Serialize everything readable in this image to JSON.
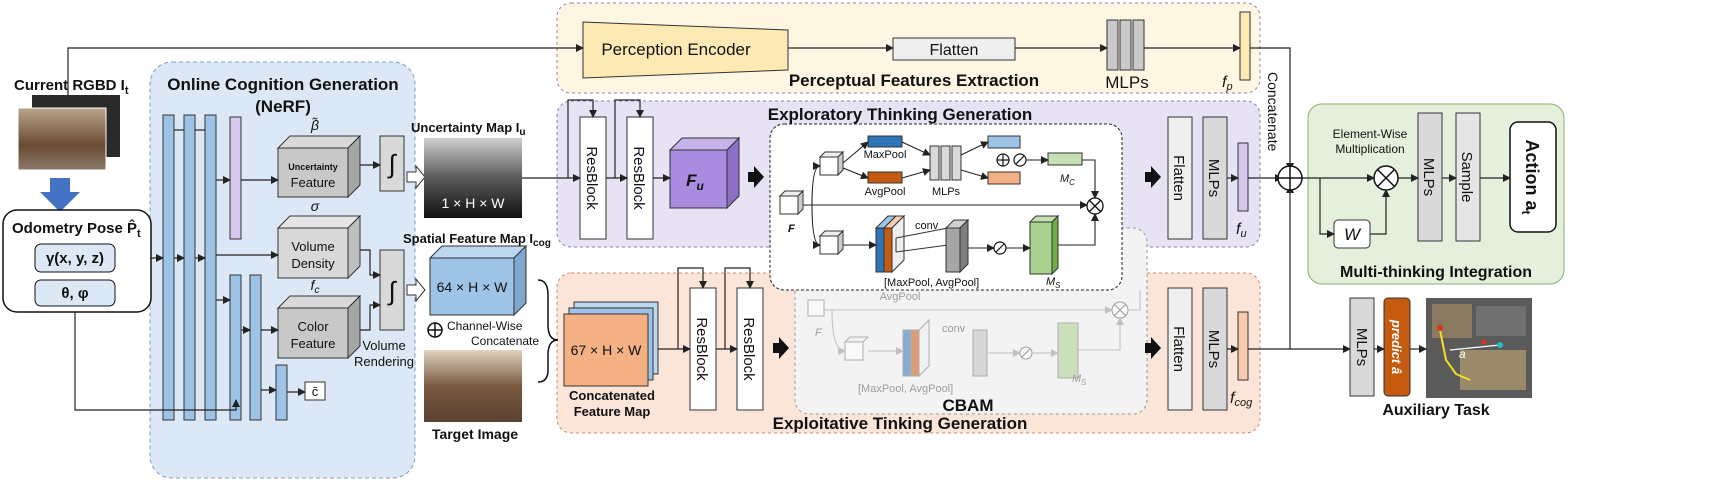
{
  "inputs": {
    "current_rgbd": "Current RGBD I",
    "current_rgbd_sub": "t",
    "odometry_pose": "Odometry Pose P̂",
    "odometry_pose_sub": "t",
    "gamma_xyz": "γ(x, y, z)",
    "theta_phi": "θ, φ"
  },
  "online_cognition": {
    "title_line1": "Online Cognition Generation",
    "title_line2": "(NeRF)",
    "uncertainty_symbol": "β̃",
    "uncertainty_label1": "Uncertainty",
    "uncertainty_label2": "Feature",
    "sigma_symbol": "σ",
    "volume_density1": "Volume",
    "volume_density2": "Density",
    "fc_symbol": "f",
    "fc_sub": "c",
    "color_feature1": "Color",
    "color_feature2": "Feature",
    "integral": "∫",
    "volume_rendering1": "Volume",
    "volume_rendering2": "Rendering",
    "c_bar": "c̄"
  },
  "maps": {
    "uncertainty_map": "Uncertainty Map I",
    "uncertainty_map_sub": "u",
    "uncertainty_dims": "1 × H × W",
    "spatial_map": "Spatial Feature Map I",
    "spatial_map_sub": "cog",
    "spatial_dims": "64 × H × W",
    "channel_wise1": "Channel-Wise",
    "channel_wise2": "Concatenate",
    "target_image": "Target Image"
  },
  "perceptual": {
    "encoder": "Perception Encoder",
    "flatten": "Flatten",
    "mlps": "MLPs",
    "title": "Perceptual Features Extraction",
    "fp": "f",
    "fp_sub": "p",
    "concatenate": "Concatenate"
  },
  "exploratory": {
    "title": "Exploratory Thinking Generation",
    "resblock": "ResBlock",
    "fu_box": "F",
    "fu_box_sub": "u",
    "flatten": "Flatten",
    "mlps": "MLPs",
    "fu": "f",
    "fu_sub": "u"
  },
  "cbam": {
    "title": "CBAM",
    "maxpool": "MaxPool",
    "avgpool": "AvgPool",
    "mlps": "MLPs",
    "mc": "M",
    "mc_sub": "C",
    "ms": "M",
    "ms_sub": "S",
    "f": "F",
    "conv": "conv",
    "pool_concat": "[MaxPool, AvgPool]"
  },
  "exploitative": {
    "title": "Exploitative Tinking Generation",
    "concat_map": "67 × H × W",
    "concat_label1": "Concatenated",
    "concat_label2": "Feature Map",
    "resblock": "ResBlock",
    "flatten": "Flatten",
    "mlps": "MLPs",
    "fcog": "f",
    "fcog_sub": "cog"
  },
  "integration": {
    "title": "Multi-thinking Integration",
    "elementwise1": "Element-Wise",
    "elementwise2": "Multiplication",
    "w": "W",
    "mlps": "MLPs",
    "sample": "Sample",
    "action": "Action a",
    "action_sub": "t"
  },
  "auxiliary": {
    "title": "Auxiliary Task",
    "mlps": "MLPs",
    "predict": "predict â",
    "a_label": "a"
  },
  "colors": {
    "nerf_bg": "#dce8f5",
    "perceptual_bg": "#fdf6e3",
    "exploratory_bg": "#e8e2f5",
    "exploitative_bg": "#fbe5d8",
    "integration_bg": "#e5f0dc",
    "blue_bar": "#9dc3e6",
    "orange_box": "#f4b183",
    "predict_orange": "#c55a11"
  }
}
